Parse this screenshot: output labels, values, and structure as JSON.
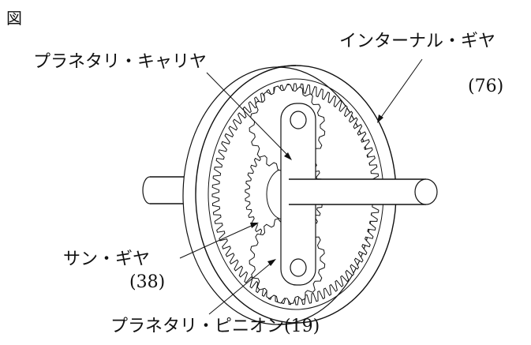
{
  "figure_label": "図",
  "labels": {
    "planetary_carrier": "プラネタリ・キャリヤ",
    "internal_gear": "インターナル・ギヤ",
    "internal_gear_teeth": "(76)",
    "sun_gear": "サン・ギヤ",
    "sun_gear_teeth": "(38)",
    "planetary_pinion": "プラネタリ・ピニオン(19)"
  },
  "gears": {
    "internal_gear_teeth_count": 76,
    "sun_gear_teeth_count": 38,
    "pinion_teeth_count": 19
  }
}
